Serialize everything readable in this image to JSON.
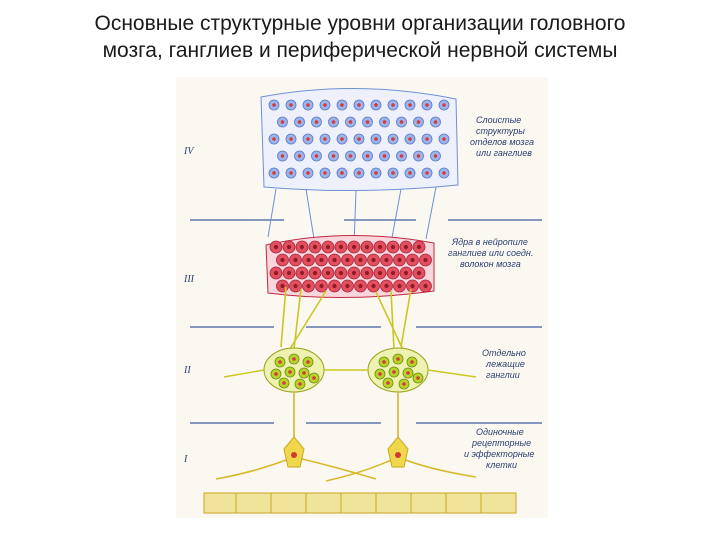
{
  "slide": {
    "title_line1": "Основные структурные уровни организации головного",
    "title_line2": "мозга, ганглиев и периферической нервной системы"
  },
  "figure": {
    "levels": [
      "IV",
      "III",
      "II",
      "I"
    ],
    "labels": {
      "layer_iv": [
        "Слоистые",
        "структуры",
        "отделов мозга",
        "или ганглиев"
      ],
      "layer_iii": [
        "Ядра в нейропиле",
        "ганглиев или соедн.",
        "волокон мозга"
      ],
      "layer_ii": [
        "Отдельно",
        "лежащие",
        "ганглии"
      ],
      "layer_i": [
        "Одиночные",
        "рецепторные",
        "и эффекторные",
        "клетки"
      ]
    },
    "colors": {
      "layer_iv": "#6f8fd6",
      "layer_iii": "#d8344e",
      "layer_ii": "#c9d42a",
      "layer_i": "#e8c93a",
      "base": "#e9d98a",
      "divider": "#3f5da0"
    }
  }
}
